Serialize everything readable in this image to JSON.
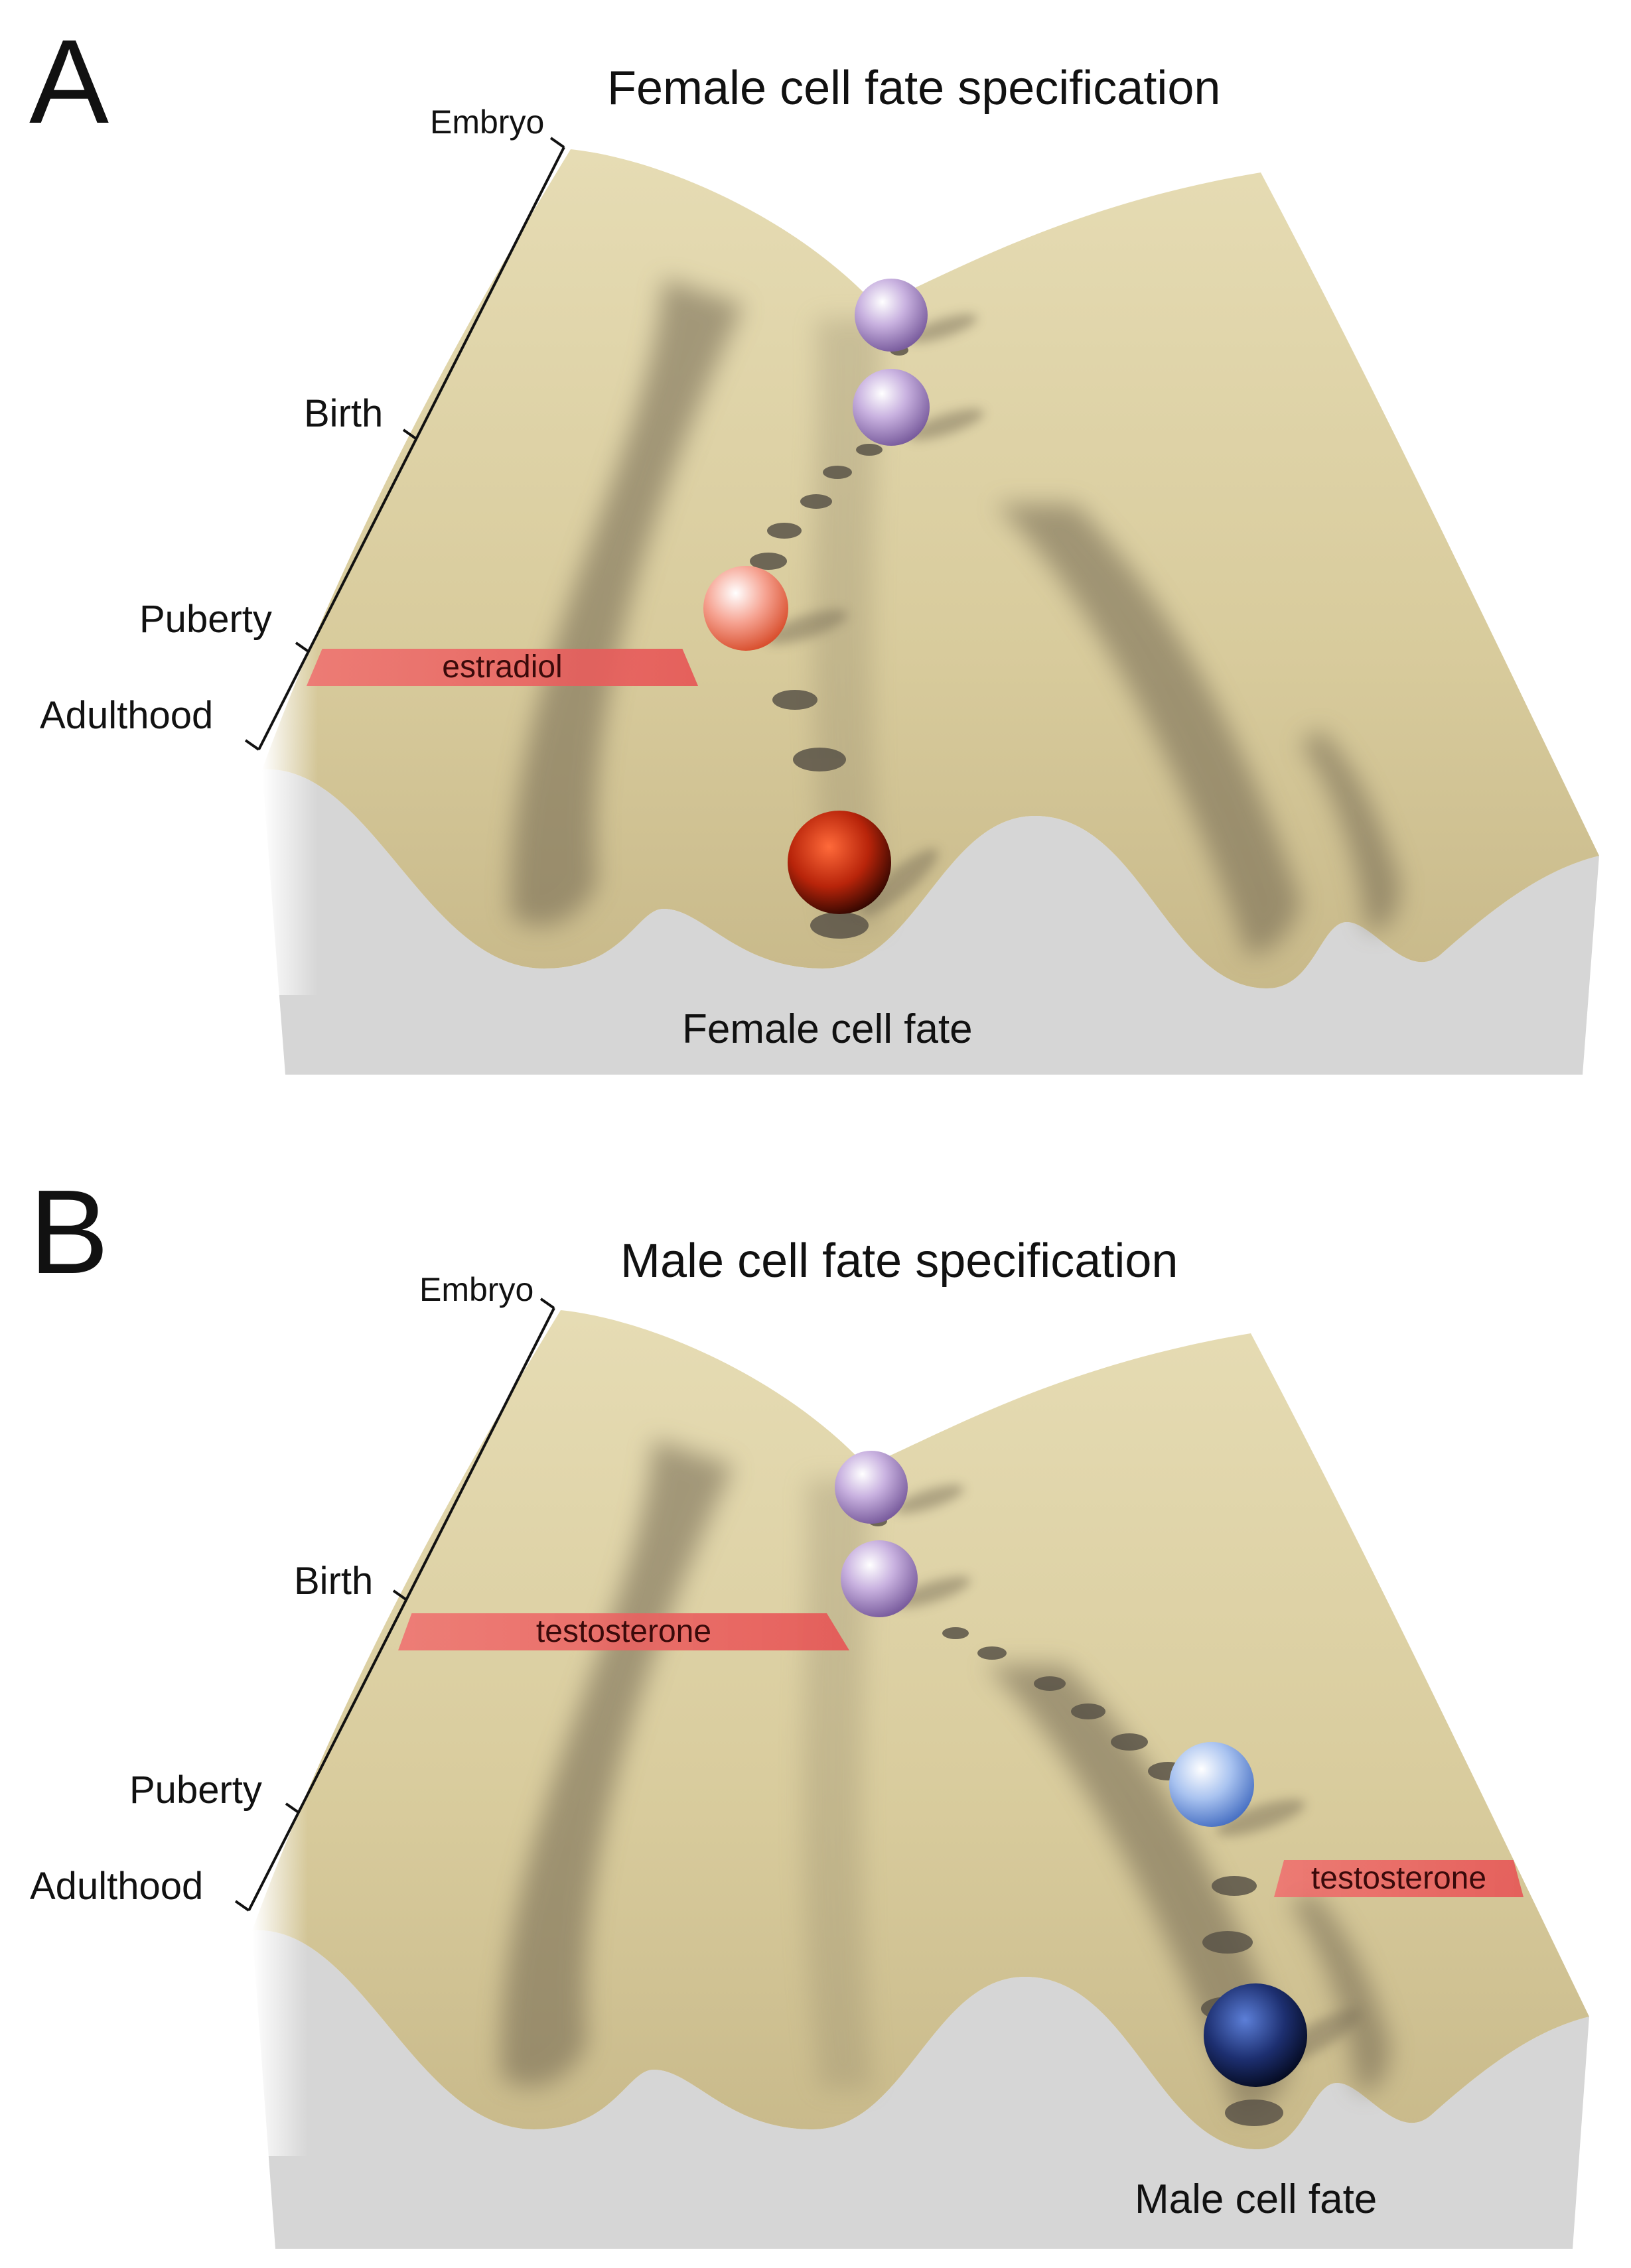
{
  "panels": [
    {
      "letter": "A",
      "title": "Female cell fate specification",
      "stages": {
        "embryo": "Embryo",
        "birth": "Birth",
        "puberty": "Puberty",
        "adulthood": "Adulthood"
      },
      "hormones": [
        "estradiol"
      ],
      "fate": "Female cell fate",
      "colors": {
        "undifferentiated": "#b79ad0",
        "intermediate": "#f08a78",
        "final": "#c4260a"
      }
    },
    {
      "letter": "B",
      "title": "Male cell fate specification",
      "stages": {
        "embryo": "Embryo",
        "birth": "Birth",
        "puberty": "Puberty",
        "adulthood": "Adulthood"
      },
      "hormones": [
        "testosterone",
        "testosterone"
      ],
      "fate": "Male cell fate",
      "colors": {
        "undifferentiated": "#b79ad0",
        "intermediate": "#8fb2ea",
        "final": "#1c2f6e"
      }
    }
  ]
}
